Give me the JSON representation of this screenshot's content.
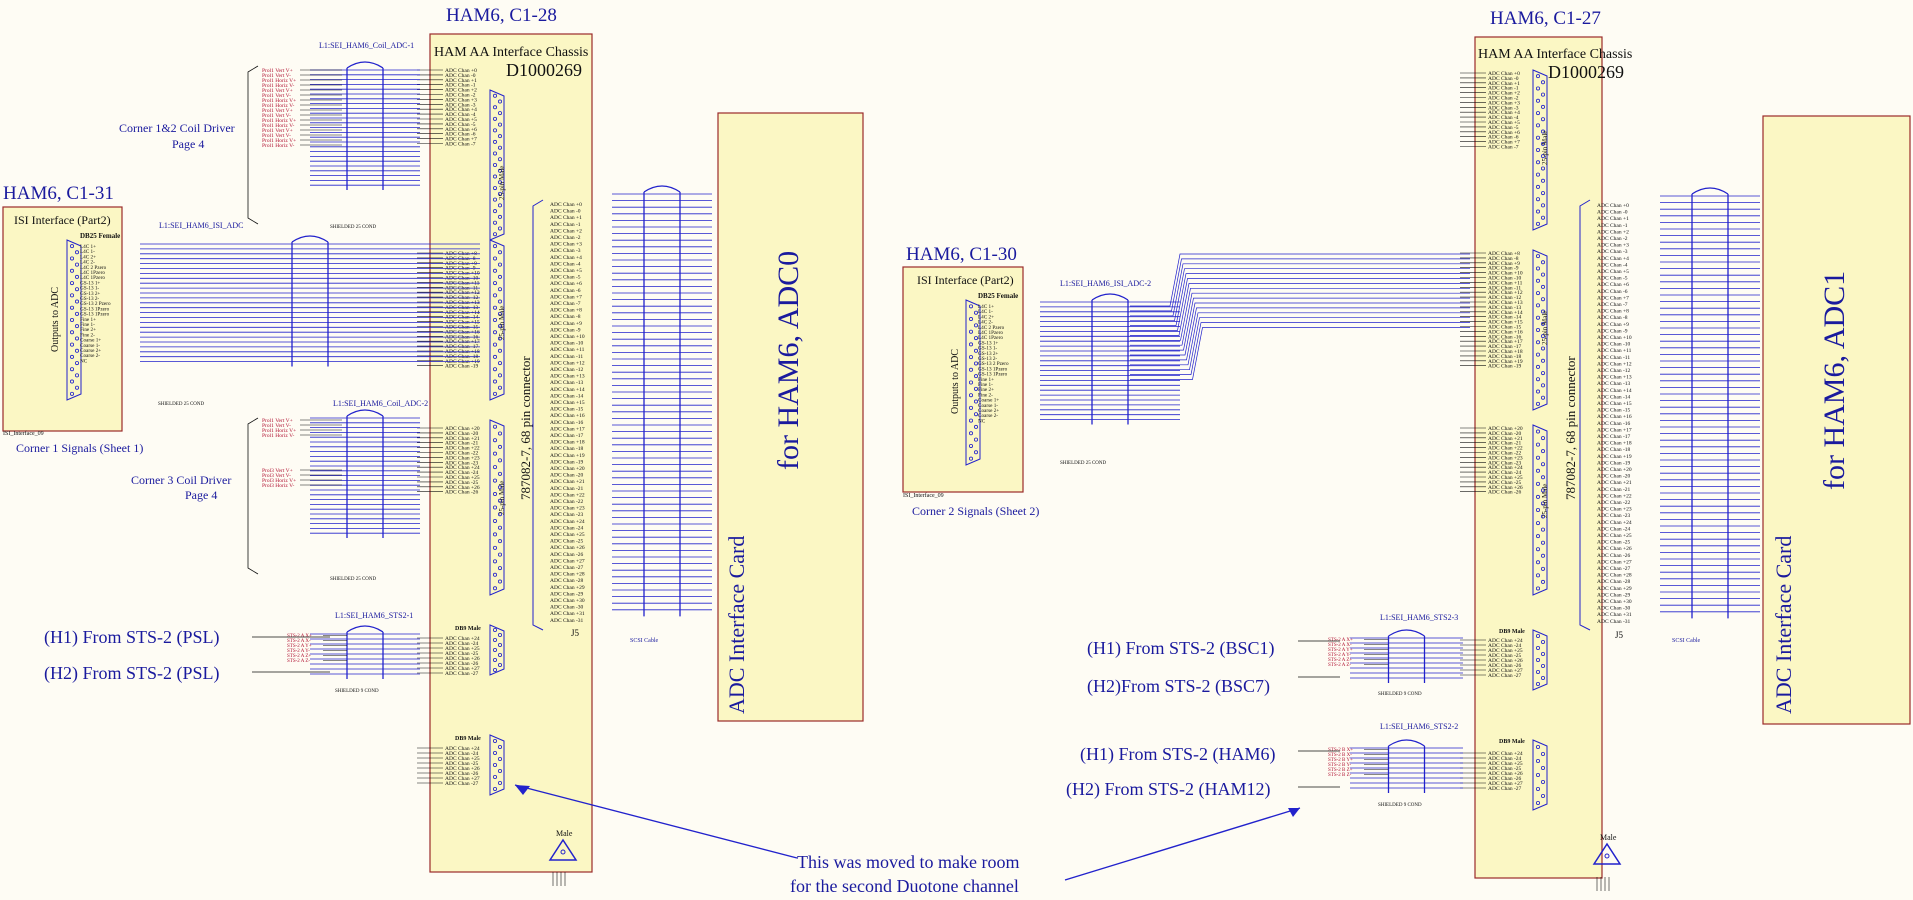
{
  "location_labels": {
    "c1_28": "HAM6, C1-28",
    "c1_27": "HAM6, C1-27",
    "c1_31": "HAM6, C1-31",
    "c1_30": "HAM6, C1-30"
  },
  "chassis_left": {
    "title": "HAM AA Interface Chassis",
    "part": "D1000269",
    "connector_label": "787082-7, 68 pin connector",
    "j5": "J5"
  },
  "chassis_right": {
    "title": "HAM AA Interface Chassis",
    "part": "D1000269",
    "connector_label": "787082-7, 68 pin connector",
    "j5": "J5"
  },
  "adc_cards": [
    {
      "title": "ADC Interface Card",
      "target": "for HAM6, ADC0"
    },
    {
      "title": "ADC Interface Card",
      "target": "for HAM6, ADC1"
    }
  ],
  "isi_left": {
    "title": "ISI Interface (Part2)",
    "connector": "DB25 Female",
    "side_label": "Outputs to ADC",
    "footer": "ISI_Interface_09",
    "caption": "Corner 1 Signals (Sheet 1)"
  },
  "isi_right": {
    "title": "ISI Interface (Part2)",
    "connector": "DB25 Female",
    "side_label": "Outputs to ADC",
    "footer": "ISI_Interface_09",
    "caption": "Corner 2 Signals (Sheet 2)"
  },
  "isi_signals": [
    "L4C 1+",
    "L4C 1-",
    "L4C 2+",
    "L4C 2-",
    "L4C 2 Pzero",
    "L4C 1Pzero",
    "L4C 1Pzero",
    "GS-13 1+",
    "GS-13 1-",
    "GS-13 2+",
    "GS-13 2-",
    "GS-13 2 Pzero",
    "GS-13 1Pzero",
    "GS-13 1Pzero",
    "Fine 1+",
    "Fine 1-",
    "Fine 2+",
    "Fine 2-",
    "Coarse 1+",
    "Coarse 1-",
    "Coarse 2+",
    "Coarse 2-",
    "NC"
  ],
  "coil_driver_captions": [
    {
      "line1": "Corner 1&2 Coil Driver",
      "line2": "Page 4"
    },
    {
      "line1": "Corner 3 Coil Driver",
      "line2": "Page 4"
    }
  ],
  "cable_labels": {
    "coil_adc_1": "L1:SEI_HAM6_Coil_ADC-1",
    "isi_adc": "L1:SEI_HAM6_ISI_ADC",
    "coil_adc_2": "L1:SEI_HAM6_Coil_ADC-2",
    "sts2_1": "L1:SEI_HAM6_STS2-1",
    "isi_adc_2": "L1:SEI_HAM6_ISI_ADC-2",
    "sts2_3": "L1:SEI_HAM6_STS2-3",
    "sts2_2": "L1:SEI_HAM6_STS2-2",
    "shielded_25": "SHIELDED 25 COND",
    "shielded_9": "SHIELDED 9 COND",
    "scsi": "SCSI Cable"
  },
  "connector_names": {
    "pin25": "25-pin Male",
    "db9": "DB9 Male",
    "male": "Male"
  },
  "sts_labels_left": [
    "(H1)  From STS-2 (PSL)",
    "(H2)  From STS-2 (PSL)"
  ],
  "sts_labels_right_a": [
    "(H1) From STS-2 (BSC1)",
    "(H2)From STS-2 (BSC7)"
  ],
  "sts_labels_right_b": [
    "(H1) From STS-2 (HAM6)",
    "(H2) From STS-2 (HAM12)"
  ],
  "note": {
    "line1": "This was moved to make room",
    "line2": "for the second Duotone channel"
  },
  "coil_signals_top": [
    "Prol1 Vert V+",
    "Prol1 Vert V-",
    "Prol1 Horiz V+",
    "Prol1 Horiz V-",
    "Prol1 Vert V+",
    "Prol1 Vert V-",
    "Prol1 Horiz V+",
    "Prol1 Horiz V-",
    "Prol1 Vert V+",
    "Prol1 Vert V-",
    "Prol1 Horiz V+",
    "Prol1 Horiz V-",
    "Prol1 Vert V+",
    "Prol1 Vert V-",
    "Prol1 Horiz V+",
    "Prol1 Horiz V-"
  ],
  "coil_signals_bottom": [
    "Prol3 Vert V+",
    "Prol3 Vert V-",
    "Prol3 Horiz V+",
    "Prol3 Horiz V-",
    "Prol3 Vert V+",
    "Prol3 Vert V-",
    "Prol3 Horiz V+",
    "Prol3 Horiz V-"
  ],
  "sts_signals": [
    "STS-2 A X+",
    "STS-2 A X-",
    "STS-2 A Y+",
    "STS-2 A Y-",
    "STS-2 A Z+",
    "STS-2 A Z-"
  ],
  "sts_signals_b": [
    "STS-2 B X+",
    "STS-2 B X-",
    "STS-2 B Y+",
    "STS-2 B Y-",
    "STS-2 B Z+",
    "STS-2 B Z-"
  ],
  "adc_chan_prefix": "ADC Chan -",
  "colors": {
    "wire": "#2222cc",
    "text": "#1a1a9e",
    "box_fill": "#fbf7c4",
    "box_border": "#9b2a2a",
    "pin_red": "#b01030"
  }
}
